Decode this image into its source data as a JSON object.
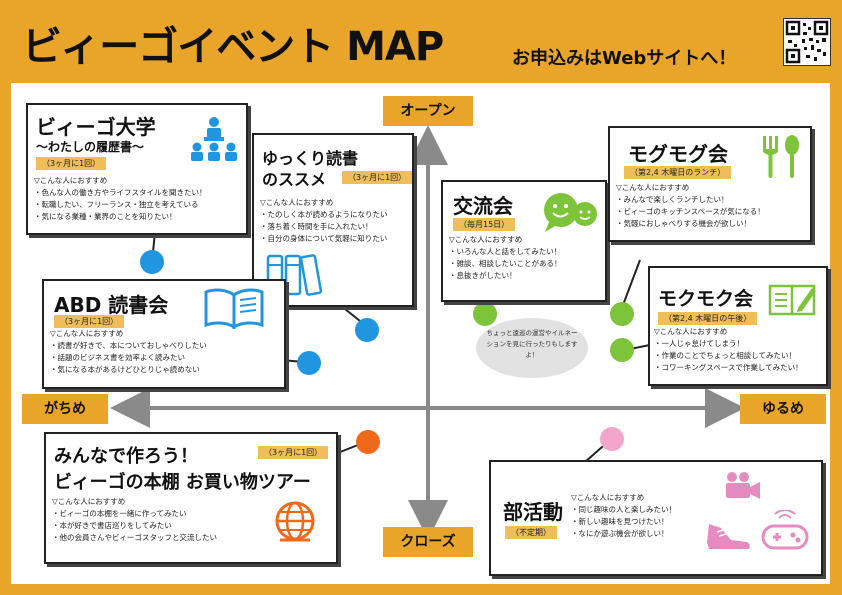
{
  "header": {
    "title": "ビィーゴイベント MAP",
    "cta": "お申込みはWebサイトへ！"
  },
  "axes": {
    "top": "オープン",
    "bottom": "クローズ",
    "left": "がちめ",
    "right": "ゆるめ"
  },
  "colors": {
    "frame": "#E9A52A",
    "blue": "#2196E0",
    "green": "#7DC43A",
    "orange": "#EE6A1A",
    "pink": "#F3A6CC",
    "label_bg": "#EFBE58"
  },
  "rec_heading": "▽こんな人におすすめ",
  "events": {
    "daigaku": {
      "name": "ビィーゴ大学",
      "subtitle": "〜わたしの履歴書〜",
      "freq": "（3ヶ月に1回）",
      "items": [
        "・色んな人の働き方やライフスタイルを聞きたい！",
        "・転職したい、フリーランス・独立を考えている",
        "・気になる業種・業界のことを知りたい！"
      ]
    },
    "yukkuri": {
      "name1": "ゆっくり読書",
      "name2": "のススメ",
      "freq": "（3ヶ月に1回）",
      "items": [
        "・たのしく本が読めるようになりたい",
        "・落ち着く時間を手に入れたい！",
        "・自分の身体について気軽に知りたい"
      ]
    },
    "abd": {
      "name": "ABD 読書会",
      "freq": "（3ヶ月に1回）",
      "items": [
        "・読書が好きで、本についておしゃべりしたい",
        "・話題のビジネス書を効率よく読みたい",
        "・気になる本があるけどひとりじゃ読めない"
      ]
    },
    "koryu": {
      "name": "交流会",
      "freq": "（毎月15日）",
      "items": [
        "・いろんな人と話をしてみたい！",
        "・雑談、相談したいことがある！",
        "・息抜きがしたい！"
      ]
    },
    "mogumogu": {
      "name": "モグモグ会",
      "freq": "（第2,4 木曜日のランチ）",
      "items": [
        "・みんなで楽しくランチしたい！",
        "・ビィーゴのキッチンスペースが気になる！",
        "・気軽におしゃべりする機会が欲しい！"
      ]
    },
    "mokumoku": {
      "name": "モクモク会",
      "freq": "（第2,4 木曜日の午後）",
      "items": [
        "・一人じゃ怠けてしまう！",
        "・作業のことでちょっと相談してみたい！",
        "・コワーキングスペースで作業してみたい！"
      ]
    },
    "hondana": {
      "name1": "みんなで作ろう！",
      "name2": "ビィーゴの本棚 お買い物ツアー",
      "freq": "（3ヶ月に1回）",
      "items": [
        "・ビィーゴの本棚を一緒に作ってみたい",
        "・本が好きで書店巡りをしてみたい",
        "・他の会員さんやビィーゴスタッフと交流したい"
      ]
    },
    "bukatsu": {
      "name": "部活動",
      "freq": "（不定期）",
      "items": [
        "・同じ趣味の人と楽しみたい！",
        "・新しい趣味を見つけたい！",
        "・なにか遊ぶ機会が欲しい！"
      ]
    }
  },
  "bubble_note": "ちょっと遠巡の運営やイルネーションを見に行ったりもしますよ！"
}
